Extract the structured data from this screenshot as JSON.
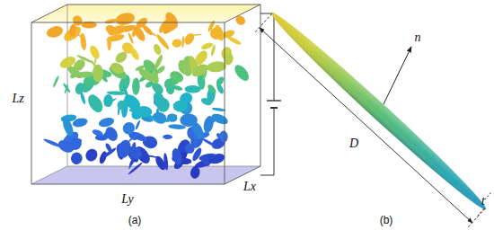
{
  "diagram": {
    "labels": [
      "Lz",
      "Ly",
      "Lx",
      "(a)",
      "n",
      "D",
      "t",
      "(b)"
    ]
  }
}
